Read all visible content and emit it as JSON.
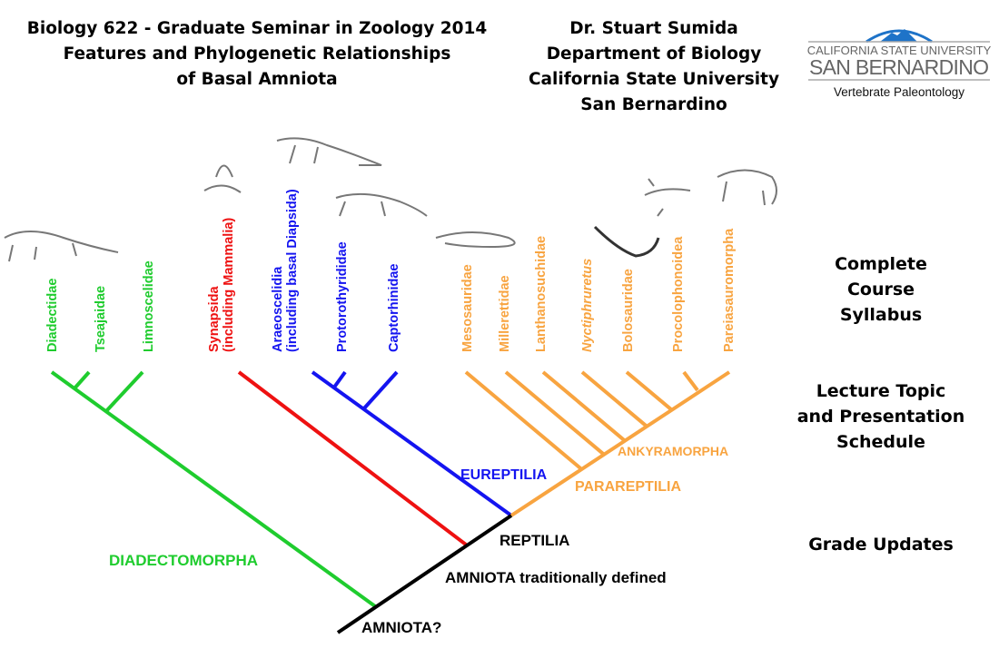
{
  "header": {
    "title_lines": [
      "Biology 622 - Graduate Seminar in Zoology 2014",
      "Features and Phylogenetic Relationships",
      "of Basal Amniota"
    ],
    "author_lines": [
      "Dr. Stuart Sumida",
      "Department of Biology",
      "California State University",
      "San Bernardino"
    ]
  },
  "logo": {
    "line1": "CALIFORNIA STATE UNIVERSITY",
    "line2": "SAN BERNARDINO",
    "line3": "Vertebrate Paleontology"
  },
  "side_links": {
    "syllabus": [
      "Complete",
      "Course",
      "Syllabus"
    ],
    "schedule": [
      "Lecture Topic",
      "and Presentation",
      "Schedule"
    ],
    "grades": "Grade Updates"
  },
  "colors": {
    "diadectomorpha": "#1fcc2e",
    "synapsida": "#ee1111",
    "eureptilia": "#1414f0",
    "parareptilia": "#f8a440",
    "amniota": "#000000"
  },
  "taxa": {
    "diadectidae": "Diadectidae",
    "tseajaidae": "Tseajaidae",
    "limnoscelidae": "Limnoscelidae",
    "synapsida": [
      "Synapsida",
      "(including Mammalia)"
    ],
    "araeoscelidia": [
      "Araeoscelidia",
      "(including basal Diapsida)"
    ],
    "protorothyrididae": "Protorothyrididae",
    "captorhinidae": "Captorhinidae",
    "mesosauridae": "Mesosauridae",
    "millerettidae": "Millerettidae",
    "lanthanosuchidae": "Lanthanosuchidae",
    "nyctiphruretus": "Nyctiphruretus",
    "bolosauridae": "Bolosauridae",
    "procolophonoidea": "Procolophonoidea",
    "pareiasauromorpha": "Pareiasauromorpha"
  },
  "clades": {
    "diadectomorpha": "DIADECTOMORPHA",
    "eureptilia": "EUREPTILIA",
    "parareptilia": "PARAREPTILIA",
    "ankyramorpha": "ANKYRAMORPHA",
    "reptilia": "REPTILIA",
    "amniota_traditional": "AMNIOTA traditionally defined",
    "amniota_q": "AMNIOTA?"
  }
}
